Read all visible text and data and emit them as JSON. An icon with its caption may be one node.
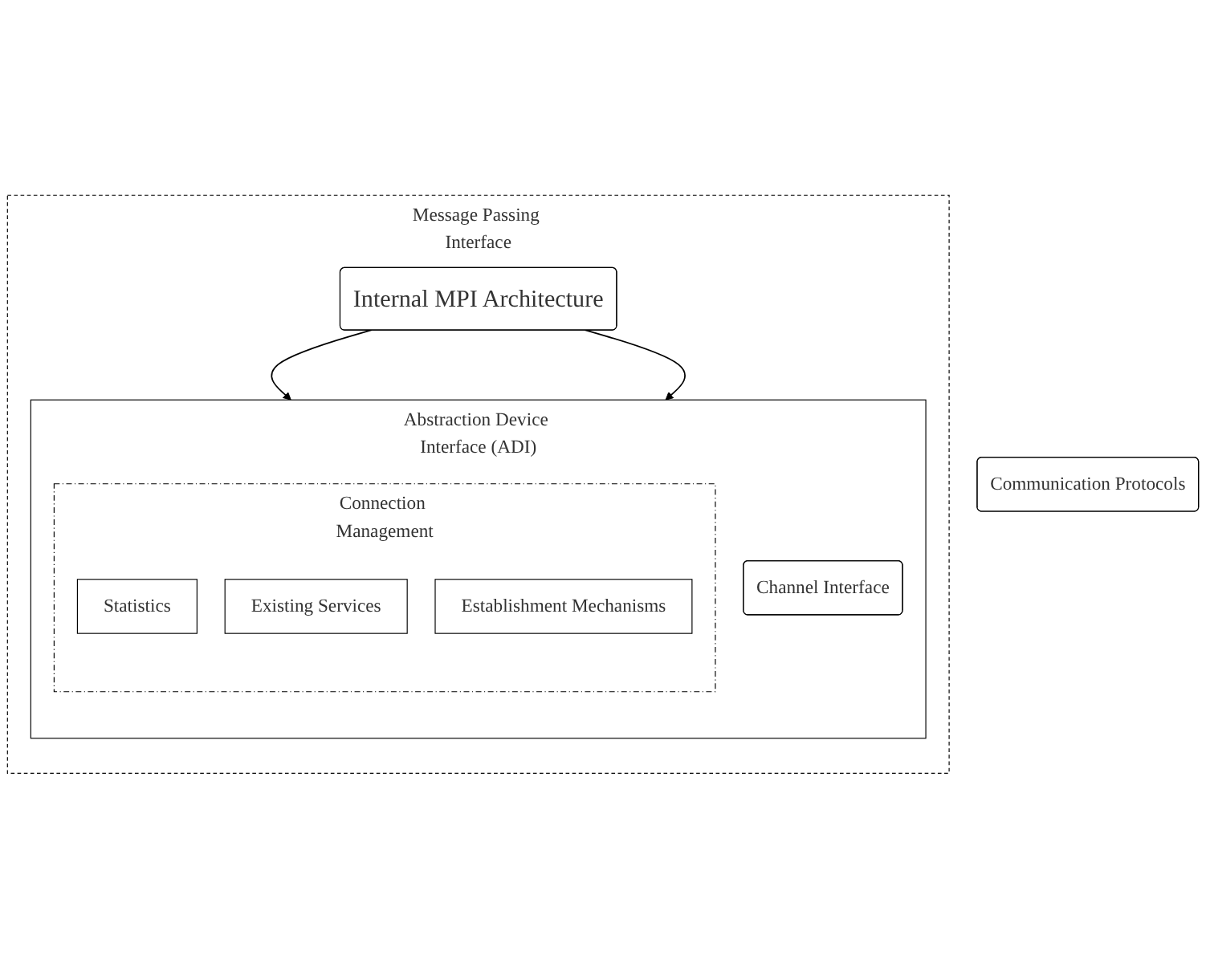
{
  "diagram": {
    "nodes": [
      {
        "text": [
          "Message Passing Interface"
        ]
      },
      {
        "text": [
          "Internal MPI Architecture"
        ],
        "in": 0
      },
      {
        "text": [
          "Abstraction Device Interface (ADI)"
        ],
        "in": 0
      },
      {
        "text": [
          "Connection Management"
        ],
        "in": 2
      },
      {
        "text": [
          "Statistics"
        ],
        "in": 3
      },
      {
        "text": [
          "Existing Services"
        ],
        "in": 3
      },
      {
        "text": [
          "Establishment Mechanisms"
        ],
        "in": 3
      },
      {
        "text": [
          "Channel Interface"
        ],
        "in": 2
      },
      {
        "text": [
          "Communication Protocols"
        ]
      }
    ],
    "edges": [
      {
        "from": 1,
        "to": 2,
        "arrow": "to"
      },
      {
        "from": 1,
        "to": 2,
        "arrow": "to"
      }
    ]
  }
}
